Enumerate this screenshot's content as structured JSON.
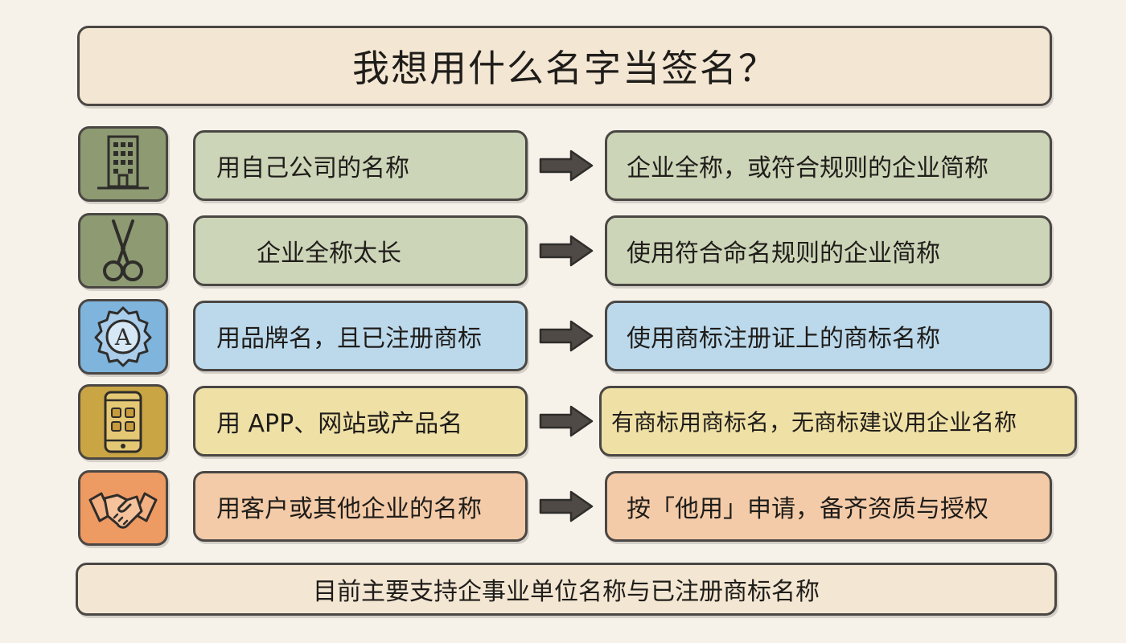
{
  "title": "我想用什么名字当签名？",
  "rows": [
    {
      "icon": "building-icon",
      "condition": "用自己公司的名称",
      "result": "企业全称，或符合规则的企业简称",
      "fill": "#cdd5b8",
      "icon_fill": "#8d9a72"
    },
    {
      "icon": "scissors-icon",
      "condition": "企业全称太长",
      "result": "使用符合命名规则的企业简称",
      "fill": "#cdd5b8",
      "icon_fill": "#8d9a72"
    },
    {
      "icon": "trademark-seal-icon",
      "condition": "用品牌名，且已注册商标",
      "result": "使用商标注册证上的商标名称",
      "fill": "#bcd9ec",
      "icon_fill": "#7fb4dc"
    },
    {
      "icon": "smartphone-app-icon",
      "condition": "用 APP、网站或产品名",
      "result": "有商标用商标名，无商标建议用企业名称",
      "fill": "#efe0a6",
      "icon_fill": "#c9a544"
    },
    {
      "icon": "handshake-icon",
      "condition": "用客户或其他企业的名称",
      "result": "按「他用」申请，备齐资质与授权",
      "fill": "#f4cba8",
      "icon_fill": "#ee9a63"
    }
  ],
  "footer": "目前主要支持企事业单位名称与已注册商标名称"
}
